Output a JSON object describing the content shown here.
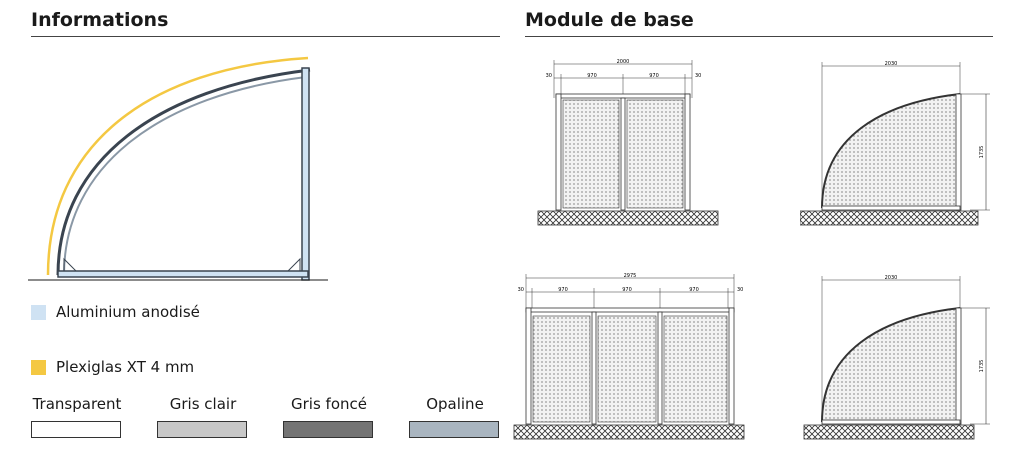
{
  "info": {
    "title": "Informations",
    "legend": [
      {
        "label": "Aluminium anodisé",
        "color": "#cfe2f3"
      },
      {
        "label": "Plexiglas XT 4 mm",
        "color": "#f4c842"
      }
    ],
    "finishes": [
      {
        "label": "Transparent",
        "color": "#ffffff"
      },
      {
        "label": "Gris clair",
        "color": "#c8c8c8"
      },
      {
        "label": "Gris foncé",
        "color": "#747474"
      },
      {
        "label": "Opaline",
        "color": "#a9b5c0"
      }
    ]
  },
  "base": {
    "title": "Module de base",
    "front_2": {
      "total": "2000",
      "left_end": "30",
      "right_end": "30",
      "bays": [
        "970",
        "970"
      ]
    },
    "side_1": {
      "depth": "2030",
      "height": "1735"
    },
    "front_3": {
      "total": "2975",
      "left_end": "30",
      "right_end": "30",
      "bays": [
        "970",
        "970",
        "970"
      ]
    },
    "side_2": {
      "depth": "2030",
      "height": "1735"
    }
  },
  "colors": {
    "frame": "#6b7a88",
    "plexi": "#f4c842",
    "mesh": "#bdbdbd"
  }
}
